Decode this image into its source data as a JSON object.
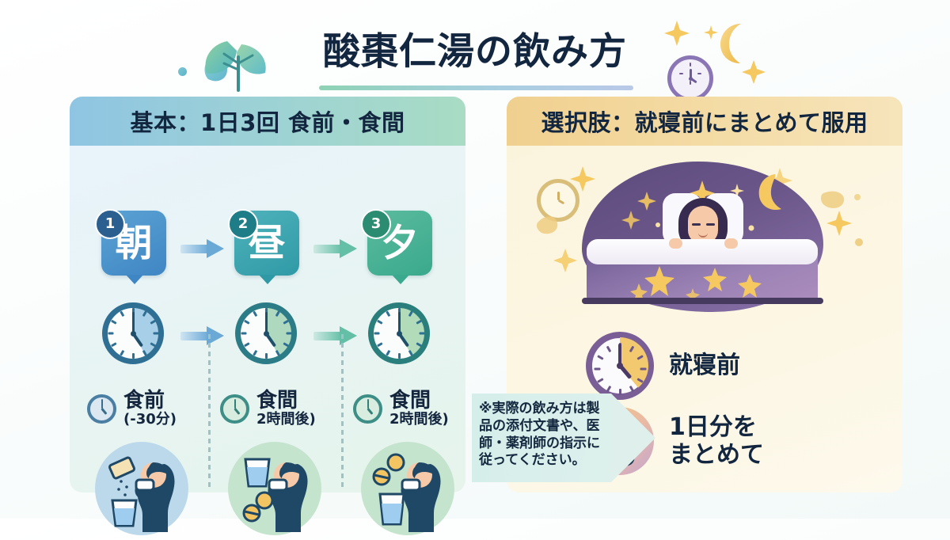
{
  "title": "酸棗仁湯の飲み方",
  "decor": {
    "leaf_icon": "leaf-sprout-icon",
    "moon_icon": "crescent-moon-icon",
    "clock_icon": "clock-icon",
    "sparkle_icon": "sparkle-icon"
  },
  "panels": {
    "left": {
      "header": "基本：1日3回 食前・食間",
      "header_gradient": [
        "#8fc5e2",
        "#a9dcc4"
      ],
      "steps": [
        {
          "number": "1",
          "kanji": "朝",
          "color": "#3f86c4",
          "badge_color": "#2a5f90"
        },
        {
          "number": "2",
          "kanji": "昼",
          "color": "#2f9aa6",
          "badge_color": "#1f7d88"
        },
        {
          "number": "3",
          "kanji": "夕",
          "color": "#3aa98d",
          "badge_color": "#2b8c72"
        }
      ],
      "clocks": [
        {
          "icon": "clock-icon",
          "accent": "#2f6f93"
        },
        {
          "icon": "clock-icon",
          "accent": "#2b7c86"
        },
        {
          "icon": "clock-icon",
          "accent": "#2a7f7c"
        }
      ],
      "labels": [
        {
          "main": "食前",
          "sub": "(-30分)",
          "icon": "clock-icon"
        },
        {
          "main": "食間",
          "sub": "2時間後)",
          "icon": "clock-icon"
        },
        {
          "main": "食間",
          "sub": "2時間後)",
          "icon": "clock-icon"
        }
      ],
      "illustrations": [
        {
          "icon": "person-taking-powder-with-water-icon",
          "bg": "#bcd9ec"
        },
        {
          "icon": "person-taking-tablets-with-water-icon",
          "bg": "#c5e4ce"
        },
        {
          "icon": "person-taking-tablets-with-water-icon",
          "bg": "#c5e4ce"
        }
      ]
    },
    "right": {
      "header": "選択肢：就寝前にまとめて服用",
      "header_gradient": [
        "#f0d08f",
        "#f6e4bb"
      ],
      "scene_icon": "sleeping-person-in-bed-icon",
      "rows": [
        {
          "icon": "purple-clock-icon",
          "label": "就寝前"
        },
        {
          "icon": "pill-bottle-icon",
          "label_line1": "1日分を",
          "label_line2": "まとめて"
        }
      ]
    }
  },
  "note": {
    "icon": "note-arrow-icon",
    "text": "※実際の飲み方は製品の添付文書や、医師・薬剤師の指示に従ってください。"
  }
}
